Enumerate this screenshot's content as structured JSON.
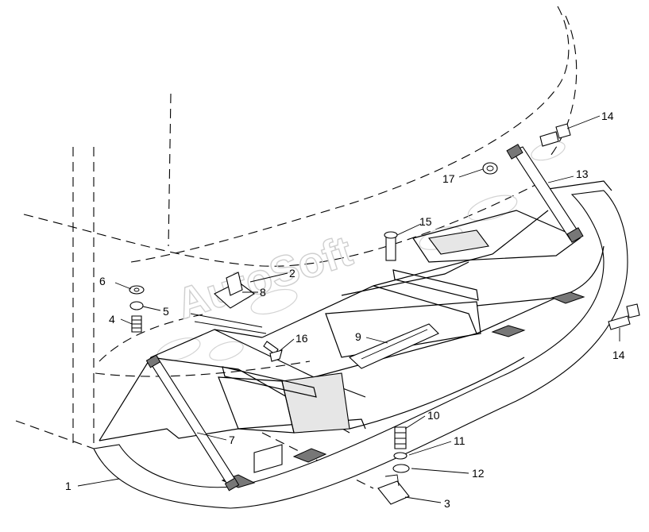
{
  "watermark": {
    "text": "AutoSoft"
  },
  "callouts": {
    "c1": "1",
    "c2": "2",
    "c3": "3",
    "c4": "4",
    "c5": "5",
    "c6": "6",
    "c7": "7",
    "c8": "8",
    "c9": "9",
    "c10": "10",
    "c11": "11",
    "c12": "12",
    "c13": "13",
    "c14a": "14",
    "c14b": "14",
    "c15": "15",
    "c16": "16",
    "c17": "17"
  }
}
